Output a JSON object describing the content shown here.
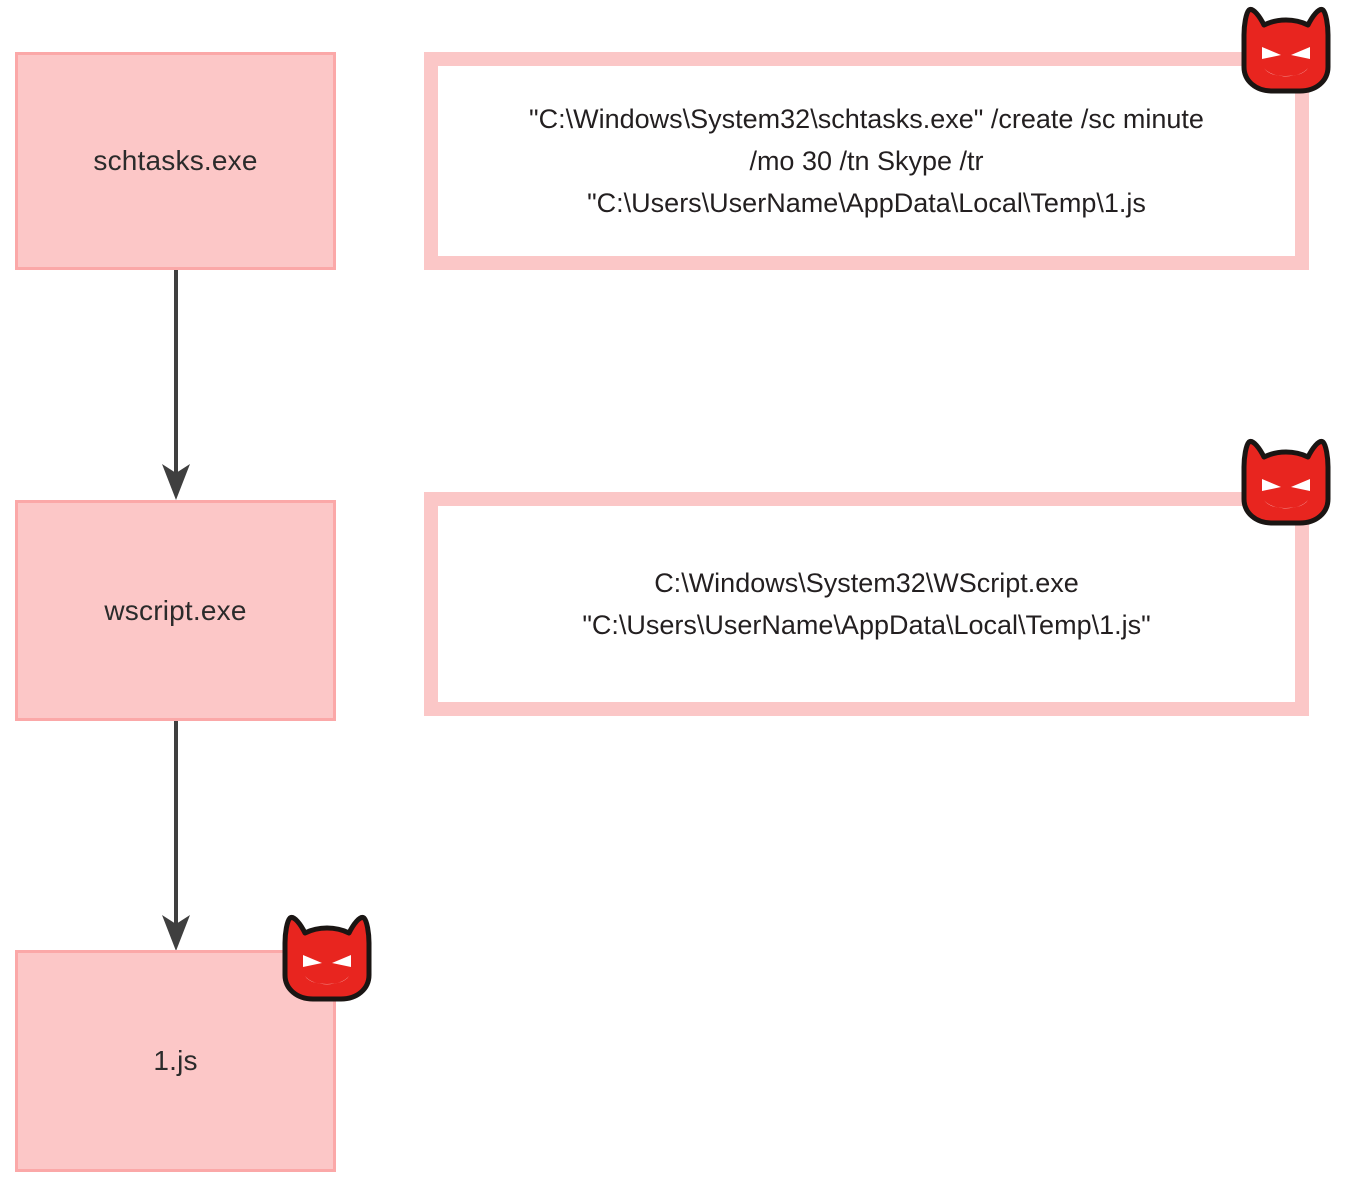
{
  "diagram": {
    "type": "process-tree",
    "background_color": "#ffffff",
    "node_fill_color": "#fcc7c7",
    "node_border_color": "#fba8a8",
    "frame_color": "#fbc7c7",
    "text_color": "#231f20",
    "arrow_color": "#3f3f3f",
    "malicious_icon_color": "#e8251f",
    "nodes": [
      {
        "id": "schtasks",
        "label": "schtasks.exe",
        "icon": "none"
      },
      {
        "id": "wscript",
        "label": "wscript.exe",
        "icon": "none"
      },
      {
        "id": "onejs",
        "label": "1.js",
        "icon": "devil-face-icon"
      }
    ],
    "commands": [
      {
        "id": "cmd-schtasks",
        "text": "\"C:\\Windows\\System32\\schtasks.exe\" /create /sc minute\n/mo 30 /tn Skype /tr\n\"C:\\Users\\UserName\\AppData\\Local\\Temp\\1.js",
        "icon": "devil-face-icon"
      },
      {
        "id": "cmd-wscript",
        "text": "C:\\Windows\\System32\\WScript.exe\n\"C:\\Users\\UserName\\AppData\\Local\\Temp\\1.js\"",
        "icon": "devil-face-icon"
      }
    ],
    "edges": [
      {
        "from": "schtasks",
        "to": "wscript",
        "style": "solid-arrow"
      },
      {
        "from": "wscript",
        "to": "onejs",
        "style": "solid-arrow"
      }
    ]
  }
}
